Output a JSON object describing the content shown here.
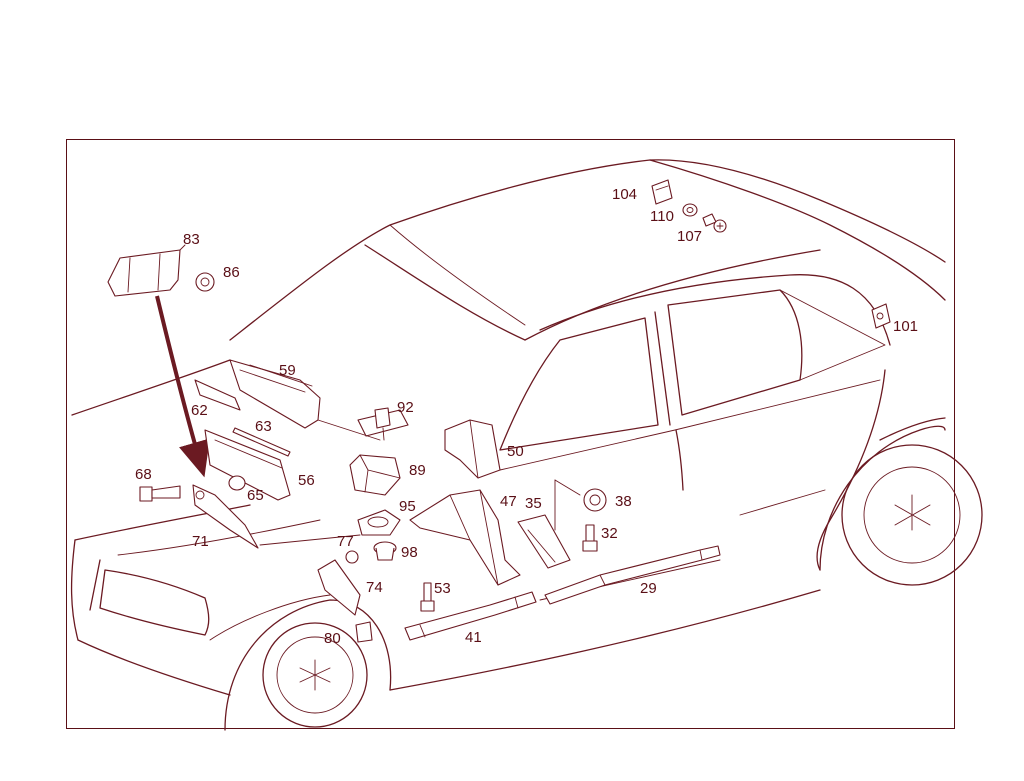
{
  "diagram": {
    "callouts": [
      {
        "id": "c83",
        "label": "83"
      },
      {
        "id": "c86",
        "label": "86"
      },
      {
        "id": "c104",
        "label": "104"
      },
      {
        "id": "c110",
        "label": "110"
      },
      {
        "id": "c107",
        "label": "107"
      },
      {
        "id": "c101",
        "label": "101"
      },
      {
        "id": "c59",
        "label": "59"
      },
      {
        "id": "c62",
        "label": "62"
      },
      {
        "id": "c92",
        "label": "92"
      },
      {
        "id": "c63",
        "label": "63"
      },
      {
        "id": "c50",
        "label": "50"
      },
      {
        "id": "c68",
        "label": "68"
      },
      {
        "id": "c89",
        "label": "89"
      },
      {
        "id": "c56",
        "label": "56"
      },
      {
        "id": "c65",
        "label": "65"
      },
      {
        "id": "c47",
        "label": "47"
      },
      {
        "id": "c35",
        "label": "35"
      },
      {
        "id": "c38",
        "label": "38"
      },
      {
        "id": "c95",
        "label": "95"
      },
      {
        "id": "c71",
        "label": "71"
      },
      {
        "id": "c32",
        "label": "32"
      },
      {
        "id": "c77",
        "label": "77"
      },
      {
        "id": "c98",
        "label": "98"
      },
      {
        "id": "c74",
        "label": "74"
      },
      {
        "id": "c53",
        "label": "53"
      },
      {
        "id": "c29",
        "label": "29"
      },
      {
        "id": "c80",
        "label": "80"
      },
      {
        "id": "c41",
        "label": "41"
      }
    ]
  },
  "colors": {
    "line": "#6b1a22",
    "label": "#5a0f16",
    "background": "#ffffff"
  }
}
